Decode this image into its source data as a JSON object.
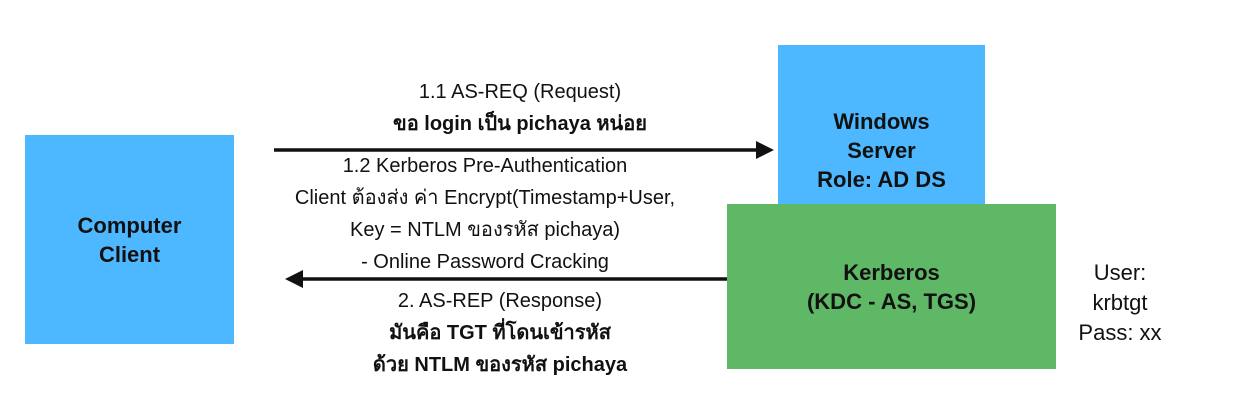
{
  "colors": {
    "client_fill": "#4db8ff",
    "server_fill": "#4db8ff",
    "kdc_fill": "#5fb865",
    "arrow": "#111111"
  },
  "nodes": {
    "client": {
      "lines": [
        "Computer",
        "Client"
      ]
    },
    "server": {
      "lines": [
        "Windows",
        "Server",
        "Role: AD DS"
      ]
    },
    "kdc": {
      "lines": [
        "Kerberos",
        "(KDC - AS, TGS)"
      ]
    }
  },
  "messages": {
    "as_req": {
      "lines": [
        "1.1 AS-REQ (Request)",
        "ขอ login เป็น pichaya หน่อย"
      ]
    },
    "pre_auth": {
      "lines": [
        "1.2 Kerberos Pre-Authentication",
        "Client ต้องส่ง ค่า Encrypt(Timestamp+User,",
        "Key = NTLM ของรหัส pichaya)",
        "- Online Password Cracking"
      ]
    },
    "as_rep": {
      "lines": [
        "2. AS-REP (Response)",
        "มันคือ TGT ที่โดนเข้ารหัส",
        "ด้วย NTLM ของรหัส pichaya"
      ]
    }
  },
  "account": {
    "lines": [
      "User:",
      "krbtgt",
      "Pass: xx"
    ]
  }
}
